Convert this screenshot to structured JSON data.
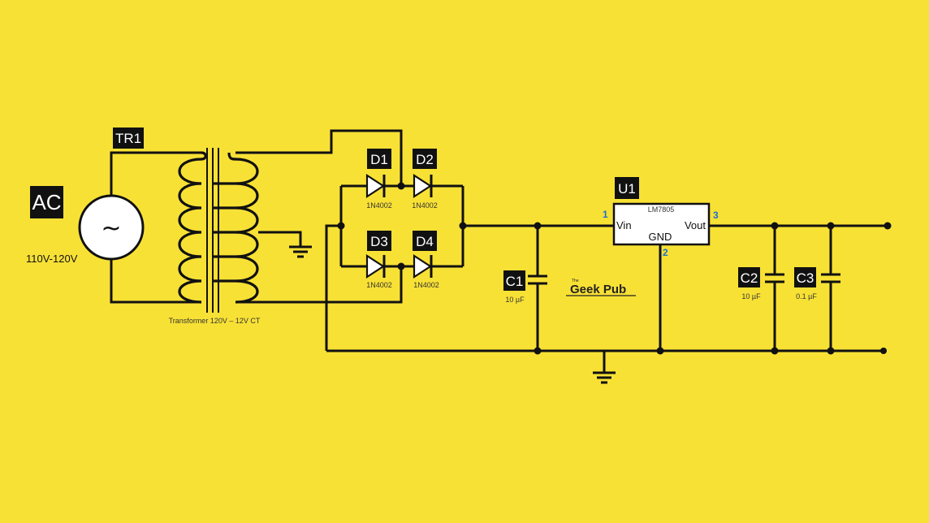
{
  "source": {
    "tag": "AC",
    "rating": "110V-120V",
    "symbol": "~"
  },
  "transformer": {
    "tag": "TR1",
    "caption": "Transformer 120V – 12V CT"
  },
  "diodes": [
    {
      "tag": "D1",
      "part": "1N4002"
    },
    {
      "tag": "D2",
      "part": "1N4002"
    },
    {
      "tag": "D3",
      "part": "1N4002"
    },
    {
      "tag": "D4",
      "part": "1N4002"
    }
  ],
  "regulator": {
    "tag": "U1",
    "part": "LM7805",
    "vin_label": "Vin",
    "gnd_label": "GND",
    "vout_label": "Vout",
    "pin_vin": "1",
    "pin_gnd": "2",
    "pin_vout": "3"
  },
  "capacitors": [
    {
      "tag": "C1",
      "value": "10 µF"
    },
    {
      "tag": "C2",
      "value": "10 µF"
    },
    {
      "tag": "C3",
      "value": "0.1 µF"
    }
  ],
  "watermark": {
    "small": "The",
    "name": "Geek Pub"
  },
  "colors": {
    "background": "#F8E135",
    "wire": "#111111",
    "pin_number": "#1f6fd1"
  }
}
